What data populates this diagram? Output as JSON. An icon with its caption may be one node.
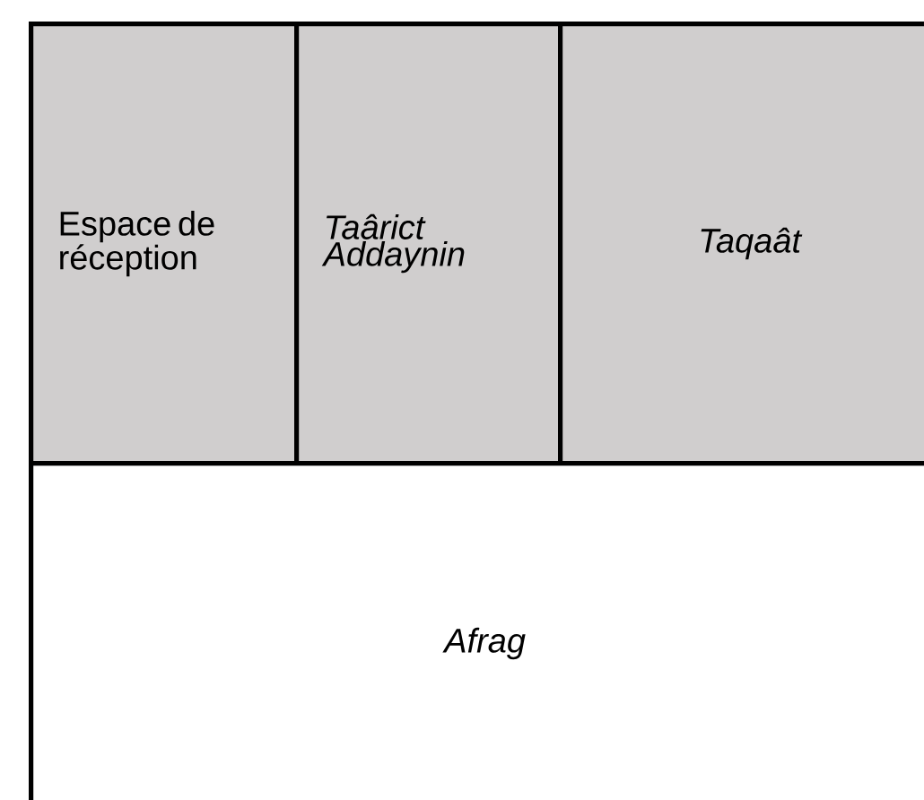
{
  "diagram": {
    "nodes": [
      {
        "text": [
          "Espace de réception"
        ]
      },
      {
        "text": [
          "Taârict Addaynin"
        ]
      },
      {
        "text": [
          "Taqaât"
        ]
      },
      {
        "text": [
          "Afrag"
        ]
      }
    ]
  }
}
